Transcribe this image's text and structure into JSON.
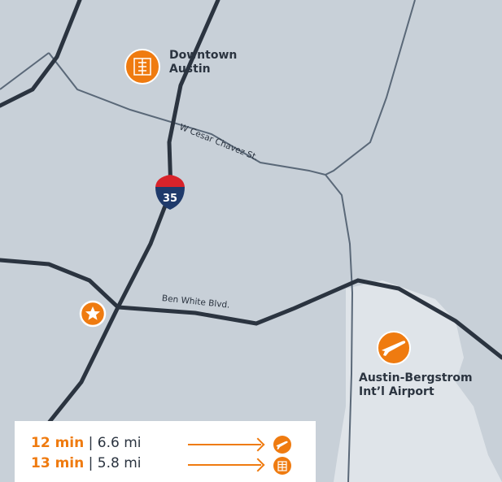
{
  "map": {
    "colors": {
      "land": "#c8d0d8",
      "airport_area": "#dfe4e9",
      "road": "#2b3440",
      "minor_road": "#5a6878",
      "accent": "#ef7b10",
      "interstate_blue": "#1f3a6b",
      "interstate_red": "#d8232a"
    },
    "places": {
      "downtown": {
        "label_line1": "Downtown",
        "label_line2": "Austin",
        "icon": "building-icon"
      },
      "airport": {
        "label_line1": "Austin-Bergstrom",
        "label_line2": "Int’l Airport",
        "icon": "airplane-icon"
      },
      "origin": {
        "icon": "star-icon"
      }
    },
    "roads": {
      "cesar_chavez": "W Cesar Chavez St.",
      "ben_white": "Ben White Blvd.",
      "interstate_number": "35"
    }
  },
  "legend": {
    "rows": [
      {
        "time": "12 min",
        "separator": " | ",
        "distance": "6.6 mi",
        "icon": "airplane-icon"
      },
      {
        "time": "13 min",
        "separator": " | ",
        "distance": "5.8 mi",
        "icon": "building-icon"
      }
    ]
  }
}
